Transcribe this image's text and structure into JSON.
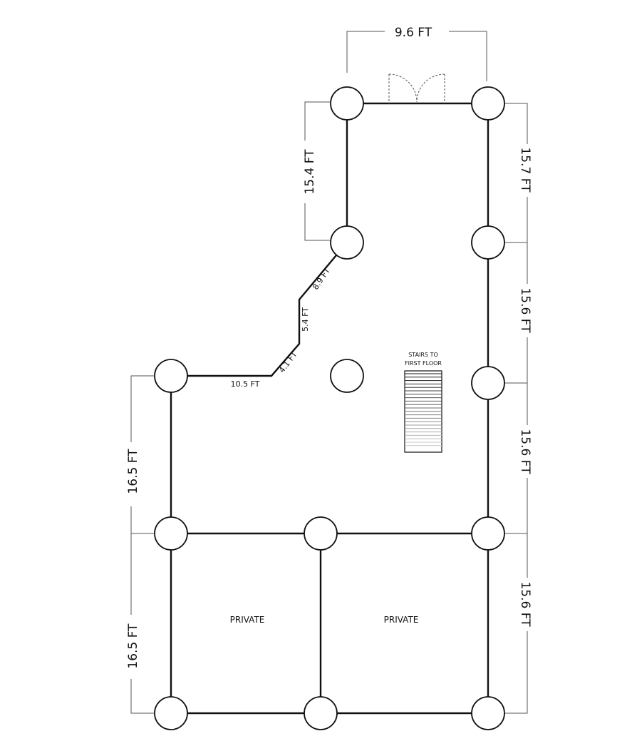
{
  "colors": {
    "floor": "#ececec",
    "wall": "#111111",
    "column": "#ffffff",
    "dimension_line": "#555555"
  },
  "dimensions": {
    "top_width": "9.6 FT",
    "upper_left_wall": "15.4 FT",
    "diagonal_upper": "8.9 FT",
    "short_vertical": "5.4 FT",
    "diagonal_lower": "4.1 FT",
    "ledge": "10.5 FT",
    "left_upper": "16.5 FT",
    "left_lower": "16.5 FT",
    "right_1": "15.7 FT",
    "right_2": "15.6 FT",
    "right_3": "15.6 FT",
    "right_4": "15.6 FT"
  },
  "labels": {
    "stairs_line1": "STAIRS TO",
    "stairs_line2": "FIRST FLOOR",
    "private_left": "PRIVATE",
    "private_right": "PRIVATE"
  },
  "icons": {
    "door": "double-door-icon",
    "stairs": "staircase-icon",
    "column": "round-column-icon"
  }
}
